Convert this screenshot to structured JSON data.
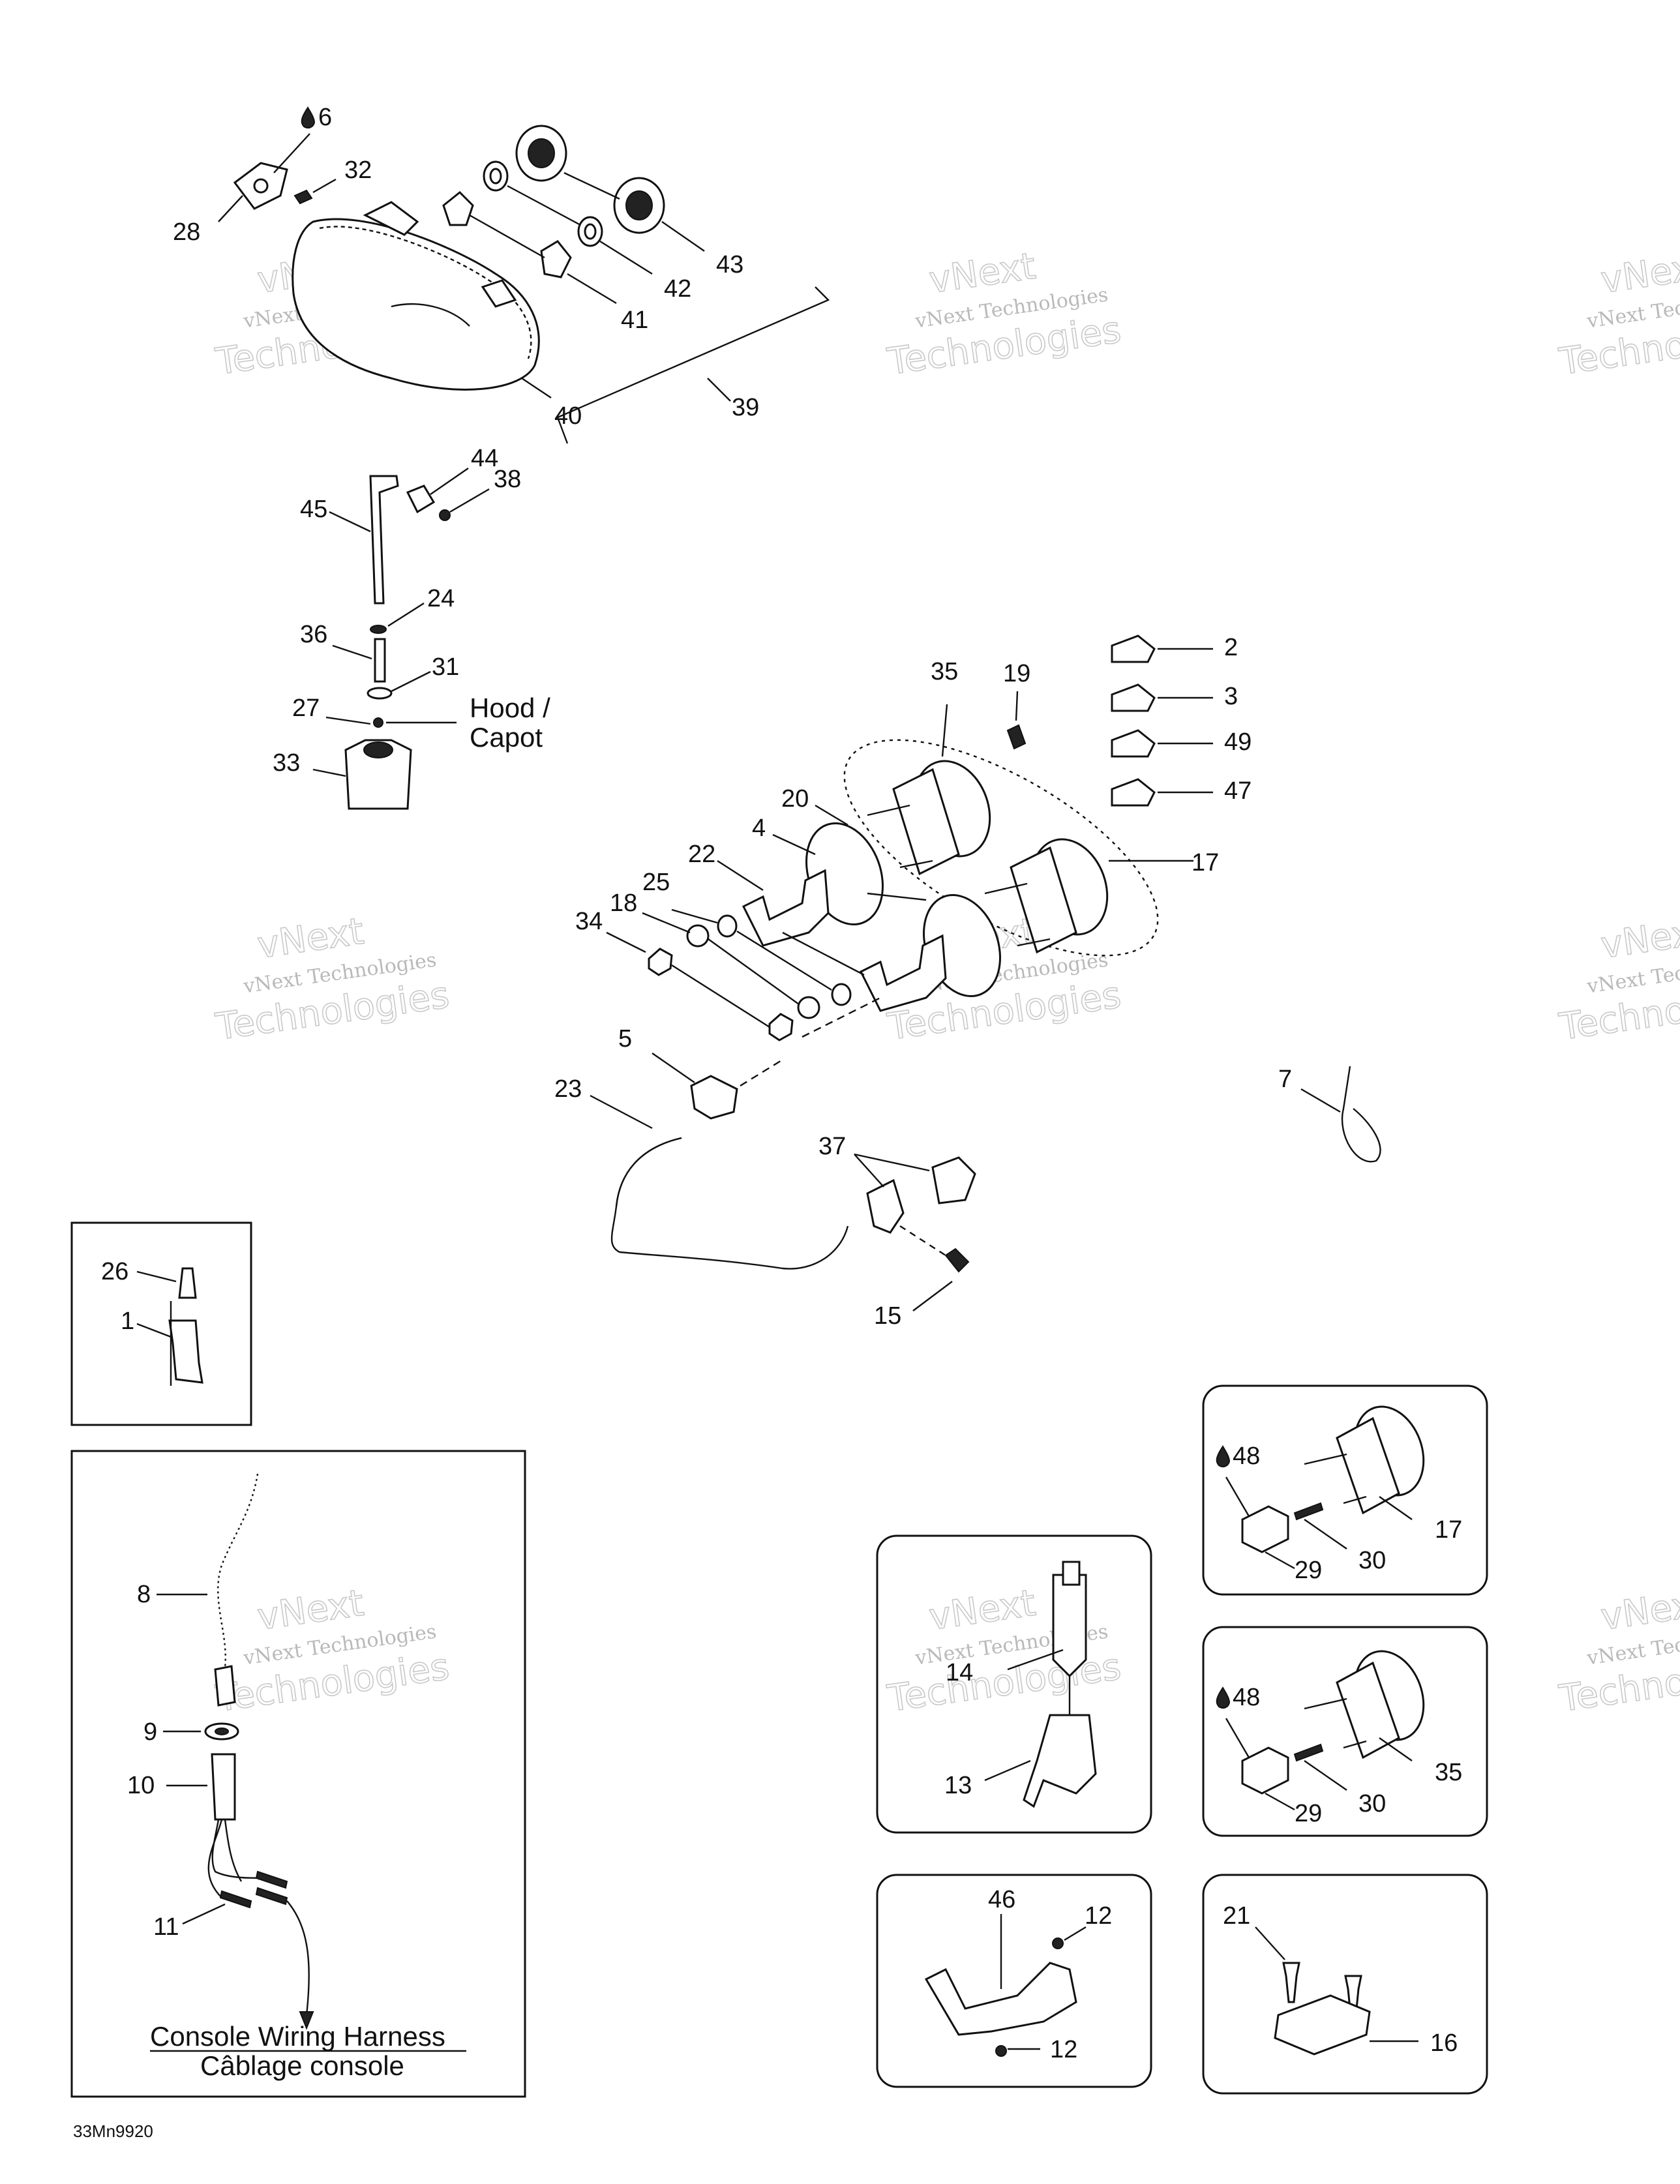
{
  "title": "",
  "diagram_code": "33Mn9920",
  "labels": {
    "hood": "Hood /",
    "capot": "Capot",
    "console_en": "Console Wiring Harness",
    "console_fr": "Câblage console"
  },
  "watermark": {
    "line1": "vNext Technologies",
    "line2": "vNext",
    "line3": "Technologies"
  },
  "callouts": {
    "c1": "1",
    "c2": "2",
    "c3": "3",
    "c4": "4",
    "c5": "5",
    "c6": "6",
    "c7": "7",
    "c8": "8",
    "c9": "9",
    "c10": "10",
    "c11": "11",
    "c12a": "12",
    "c12b": "12",
    "c13": "13",
    "c14": "14",
    "c15": "15",
    "c16": "16",
    "c17a": "17",
    "c17b": "17",
    "c18": "18",
    "c19": "19",
    "c20": "20",
    "c21": "21",
    "c22": "22",
    "c23": "23",
    "c24": "24",
    "c25": "25",
    "c26": "26",
    "c27": "27",
    "c28": "28",
    "c29a": "29",
    "c29b": "29",
    "c30a": "30",
    "c30b": "30",
    "c31": "31",
    "c32": "32",
    "c33": "33",
    "c34": "34",
    "c35a": "35",
    "c35b": "35",
    "c36": "36",
    "c37": "37",
    "c38": "38",
    "c39": "39",
    "c40": "40",
    "c41": "41",
    "c42": "42",
    "c43": "43",
    "c44": "44",
    "c45": "45",
    "c46": "46",
    "c47": "47",
    "c48a": "48",
    "c48b": "48",
    "c49": "49"
  },
  "icons": {
    "sealant": "drop-icon"
  }
}
